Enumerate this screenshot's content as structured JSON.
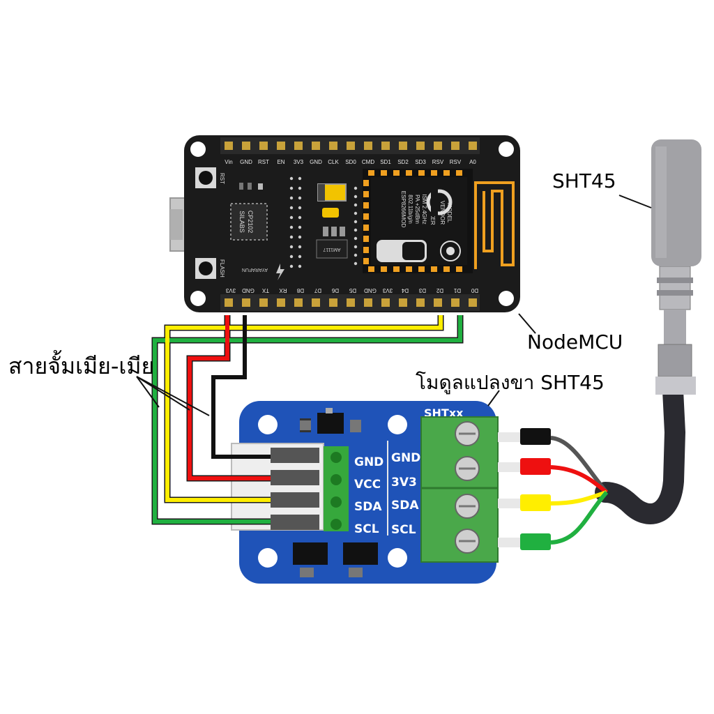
{
  "labels": {
    "wires": "สายจั้มเมีย-เมีย",
    "sensor": "SHT45",
    "board": "NodeMCU",
    "module": "โมดูลแปลงขา SHT45"
  },
  "nodemcu": {
    "top_pins": [
      "Vin",
      "GND",
      "RST",
      "EN",
      "3V3",
      "GND",
      "CLK",
      "SD0",
      "CMD",
      "SD1",
      "SD2",
      "SD3",
      "RSV",
      "RSV",
      "A0"
    ],
    "bottom_pins": [
      "3V3",
      "GND",
      "TX",
      "RX",
      "D8",
      "D7",
      "D6",
      "D5",
      "GND",
      "3V3",
      "D4",
      "D3",
      "D2",
      "D1",
      "D0"
    ],
    "button_rst": "RST",
    "button_flash": "FLASH",
    "chip_maker": "SILABS",
    "chip_model": "CP2102",
    "regulator": "AM1117",
    "brand": "AYARAFUN",
    "module_lines": [
      "MODEL",
      "VENDOR",
      "ISM 2.4GHz",
      "PA +25dBm",
      "802.11b/g/n",
      "AI-THINKER",
      "ESP8266MOD"
    ],
    "wifi_logo": "WiFi"
  },
  "adapter": {
    "pins_left": [
      "GND",
      "VCC",
      "SDA",
      "SCL"
    ],
    "pins_right": [
      "GND",
      "3V3",
      "SDA",
      "SCL"
    ],
    "silk_top": "SHTxx"
  },
  "colors": {
    "wire_yellow": "#ffee00",
    "wire_green": "#20b040",
    "wire_red": "#ee1010",
    "wire_black": "#111111",
    "pcb_black": "#1b1b1b",
    "pcb_blue": "#1f53b8",
    "terminal_green": "#4aa84a"
  }
}
